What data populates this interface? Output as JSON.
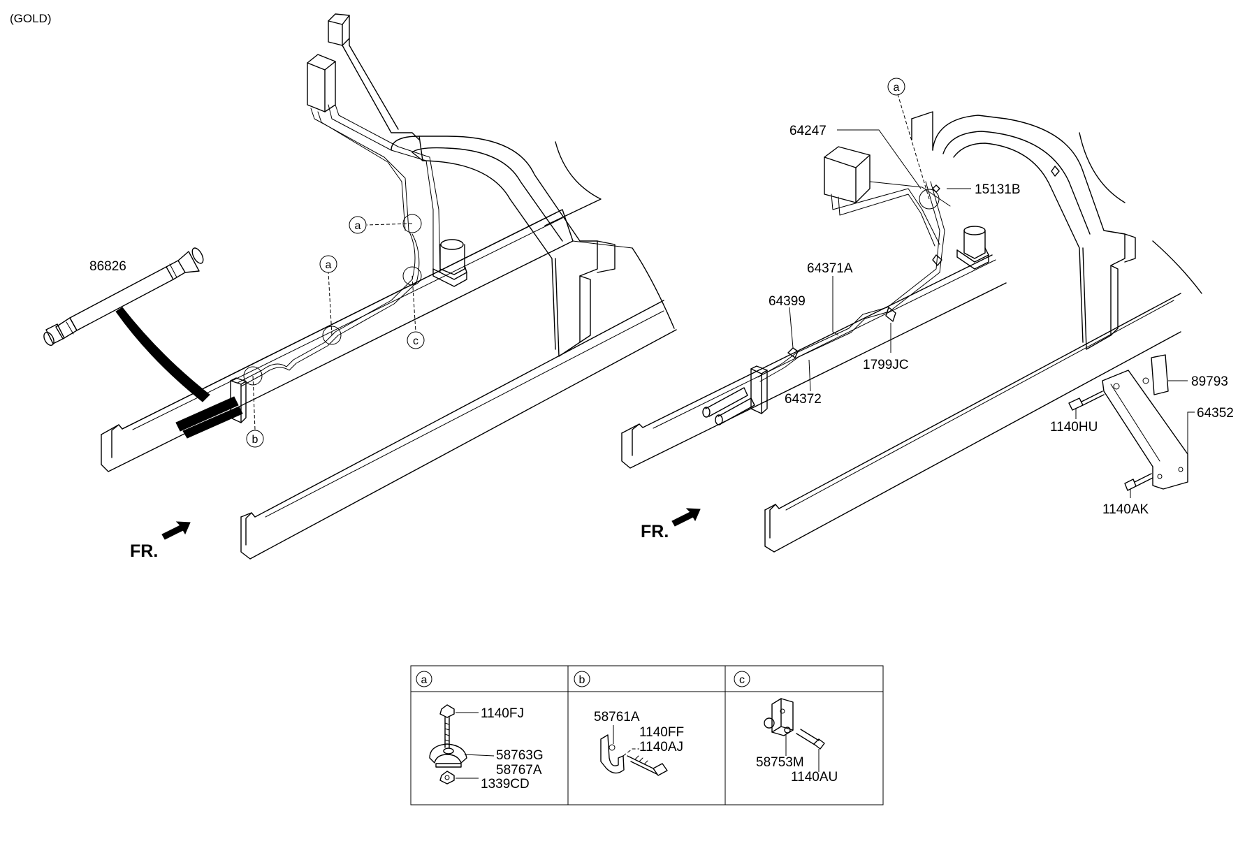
{
  "header": {
    "variant": "(GOLD)"
  },
  "left_view": {
    "fr_label": "FR.",
    "labels": {
      "hose": "86826"
    },
    "detail_refs": {
      "a": "a",
      "b": "b",
      "c": "c"
    }
  },
  "right_view": {
    "fr_label": "FR.",
    "labels": {
      "p64247": "64247",
      "p15131B": "15131B",
      "p64371A": "64371A",
      "p64399": "64399",
      "p1799JC": "1799JC",
      "p64372": "64372",
      "p89793": "89793",
      "p1140HU": "1140HU",
      "p64352": "64352",
      "p1140AK": "1140AK"
    },
    "detail_refs": {
      "a": "a"
    }
  },
  "detail_table": {
    "columns": [
      {
        "key": "a",
        "parts": [
          "1140FJ",
          "58763G",
          "58767A",
          "1339CD"
        ]
      },
      {
        "key": "b",
        "parts": [
          "58761A",
          "1140FF",
          "1140AJ"
        ]
      },
      {
        "key": "c",
        "parts": [
          "58753M",
          "1140AU"
        ]
      }
    ]
  },
  "colors": {
    "line": "#000000",
    "background": "#ffffff"
  }
}
